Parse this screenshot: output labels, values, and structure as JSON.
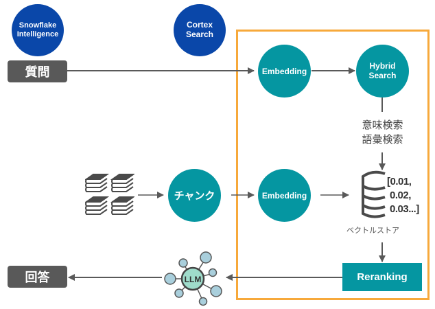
{
  "header": {
    "snowflake_intelligence": "Snowflake\nIntelligence",
    "snowflake_line1": "Snowflake",
    "snowflake_line2": "Intelligence",
    "cortex_line1": "Cortex",
    "cortex_line2": "Search"
  },
  "nodes": {
    "question": "質問",
    "answer": "回答",
    "embedding_query": "Embedding",
    "hybrid_line1": "Hybrid",
    "hybrid_line2": "Search",
    "search_types": [
      "意味検索",
      "語彙検索"
    ],
    "chunk": "チャンク",
    "embedding_doc": "Embedding",
    "vector_values": [
      "[0.01,",
      "0.02,",
      "0.03...]"
    ],
    "vector_store": "ベクトルストア",
    "reranking": "Reranking",
    "llm": "LLM"
  },
  "colors": {
    "brand_blue": "#0a47a9",
    "teal": "#0596a1",
    "frame_orange": "#f7a93b",
    "box_gray": "#595959",
    "arrow_gray": "#595959",
    "llm_center": "#9fdccb",
    "llm_satellite": "#a9cfdc"
  }
}
